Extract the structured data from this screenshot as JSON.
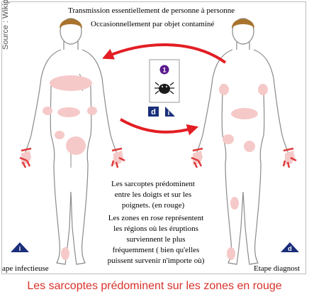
{
  "source": "Source : Wikipedia",
  "transmission": {
    "line1": "Transmission essentiellement de personne à personne",
    "line2": "Occasionnellement par objet contaminé"
  },
  "notes": {
    "fingers": "Les sarcoptes prédominent entre les doigts et sur les poignets. (en rouge)",
    "pink": "Les zones en rose représentent les régions où les éruptions surviennent le plus fréquemment ( bien qu'elles puissent survenir n'importe où)"
  },
  "labels": {
    "left": "ape infectieuse",
    "right": "Etape diagnost"
  },
  "icons": {
    "stage_number": "1",
    "infective_symbol": "i",
    "diagnostic_symbol": "d"
  },
  "caption": "Les sarcoptes prédominent sur les zones en rouge",
  "colors": {
    "skin_outline": "#8a8a8a",
    "hair": "#a8742e",
    "rash_pink": "#f6c9c9",
    "finger_red": "#e03a3a",
    "arrow_red": "#e31e24",
    "icon_navy": "#1a2e7a",
    "stage_purple": "#5a1a8c",
    "caption_red": "#d9312a"
  }
}
